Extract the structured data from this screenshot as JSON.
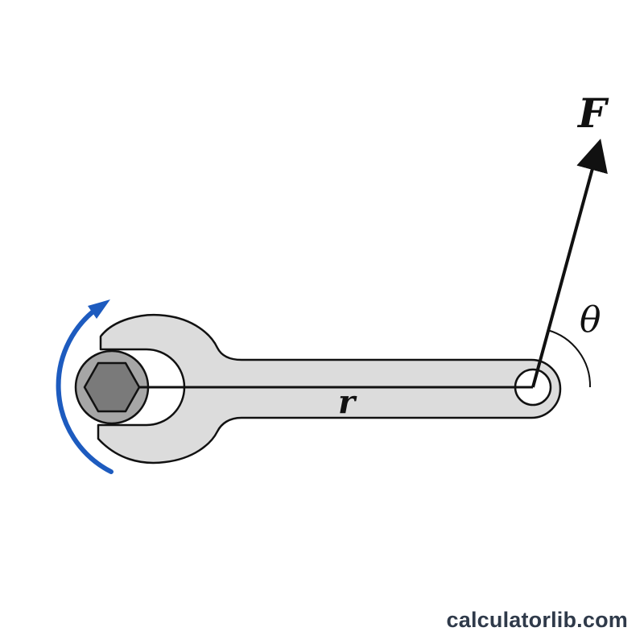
{
  "labels": {
    "force": "F",
    "angle": "θ",
    "radius": "r"
  },
  "watermark": "calculatorlib.com",
  "colors": {
    "wrench_fill": "#dcdcdc",
    "outline": "#111111",
    "bolt_outer": "#a6a6a6",
    "bolt_hex": "#7a7a7a",
    "rotation_arrow": "#1d5bbf",
    "force_arrow": "#111111"
  },
  "icons": {
    "rotation": "curved-arrow-clockwise",
    "bolt": "hexagon-bolt"
  }
}
